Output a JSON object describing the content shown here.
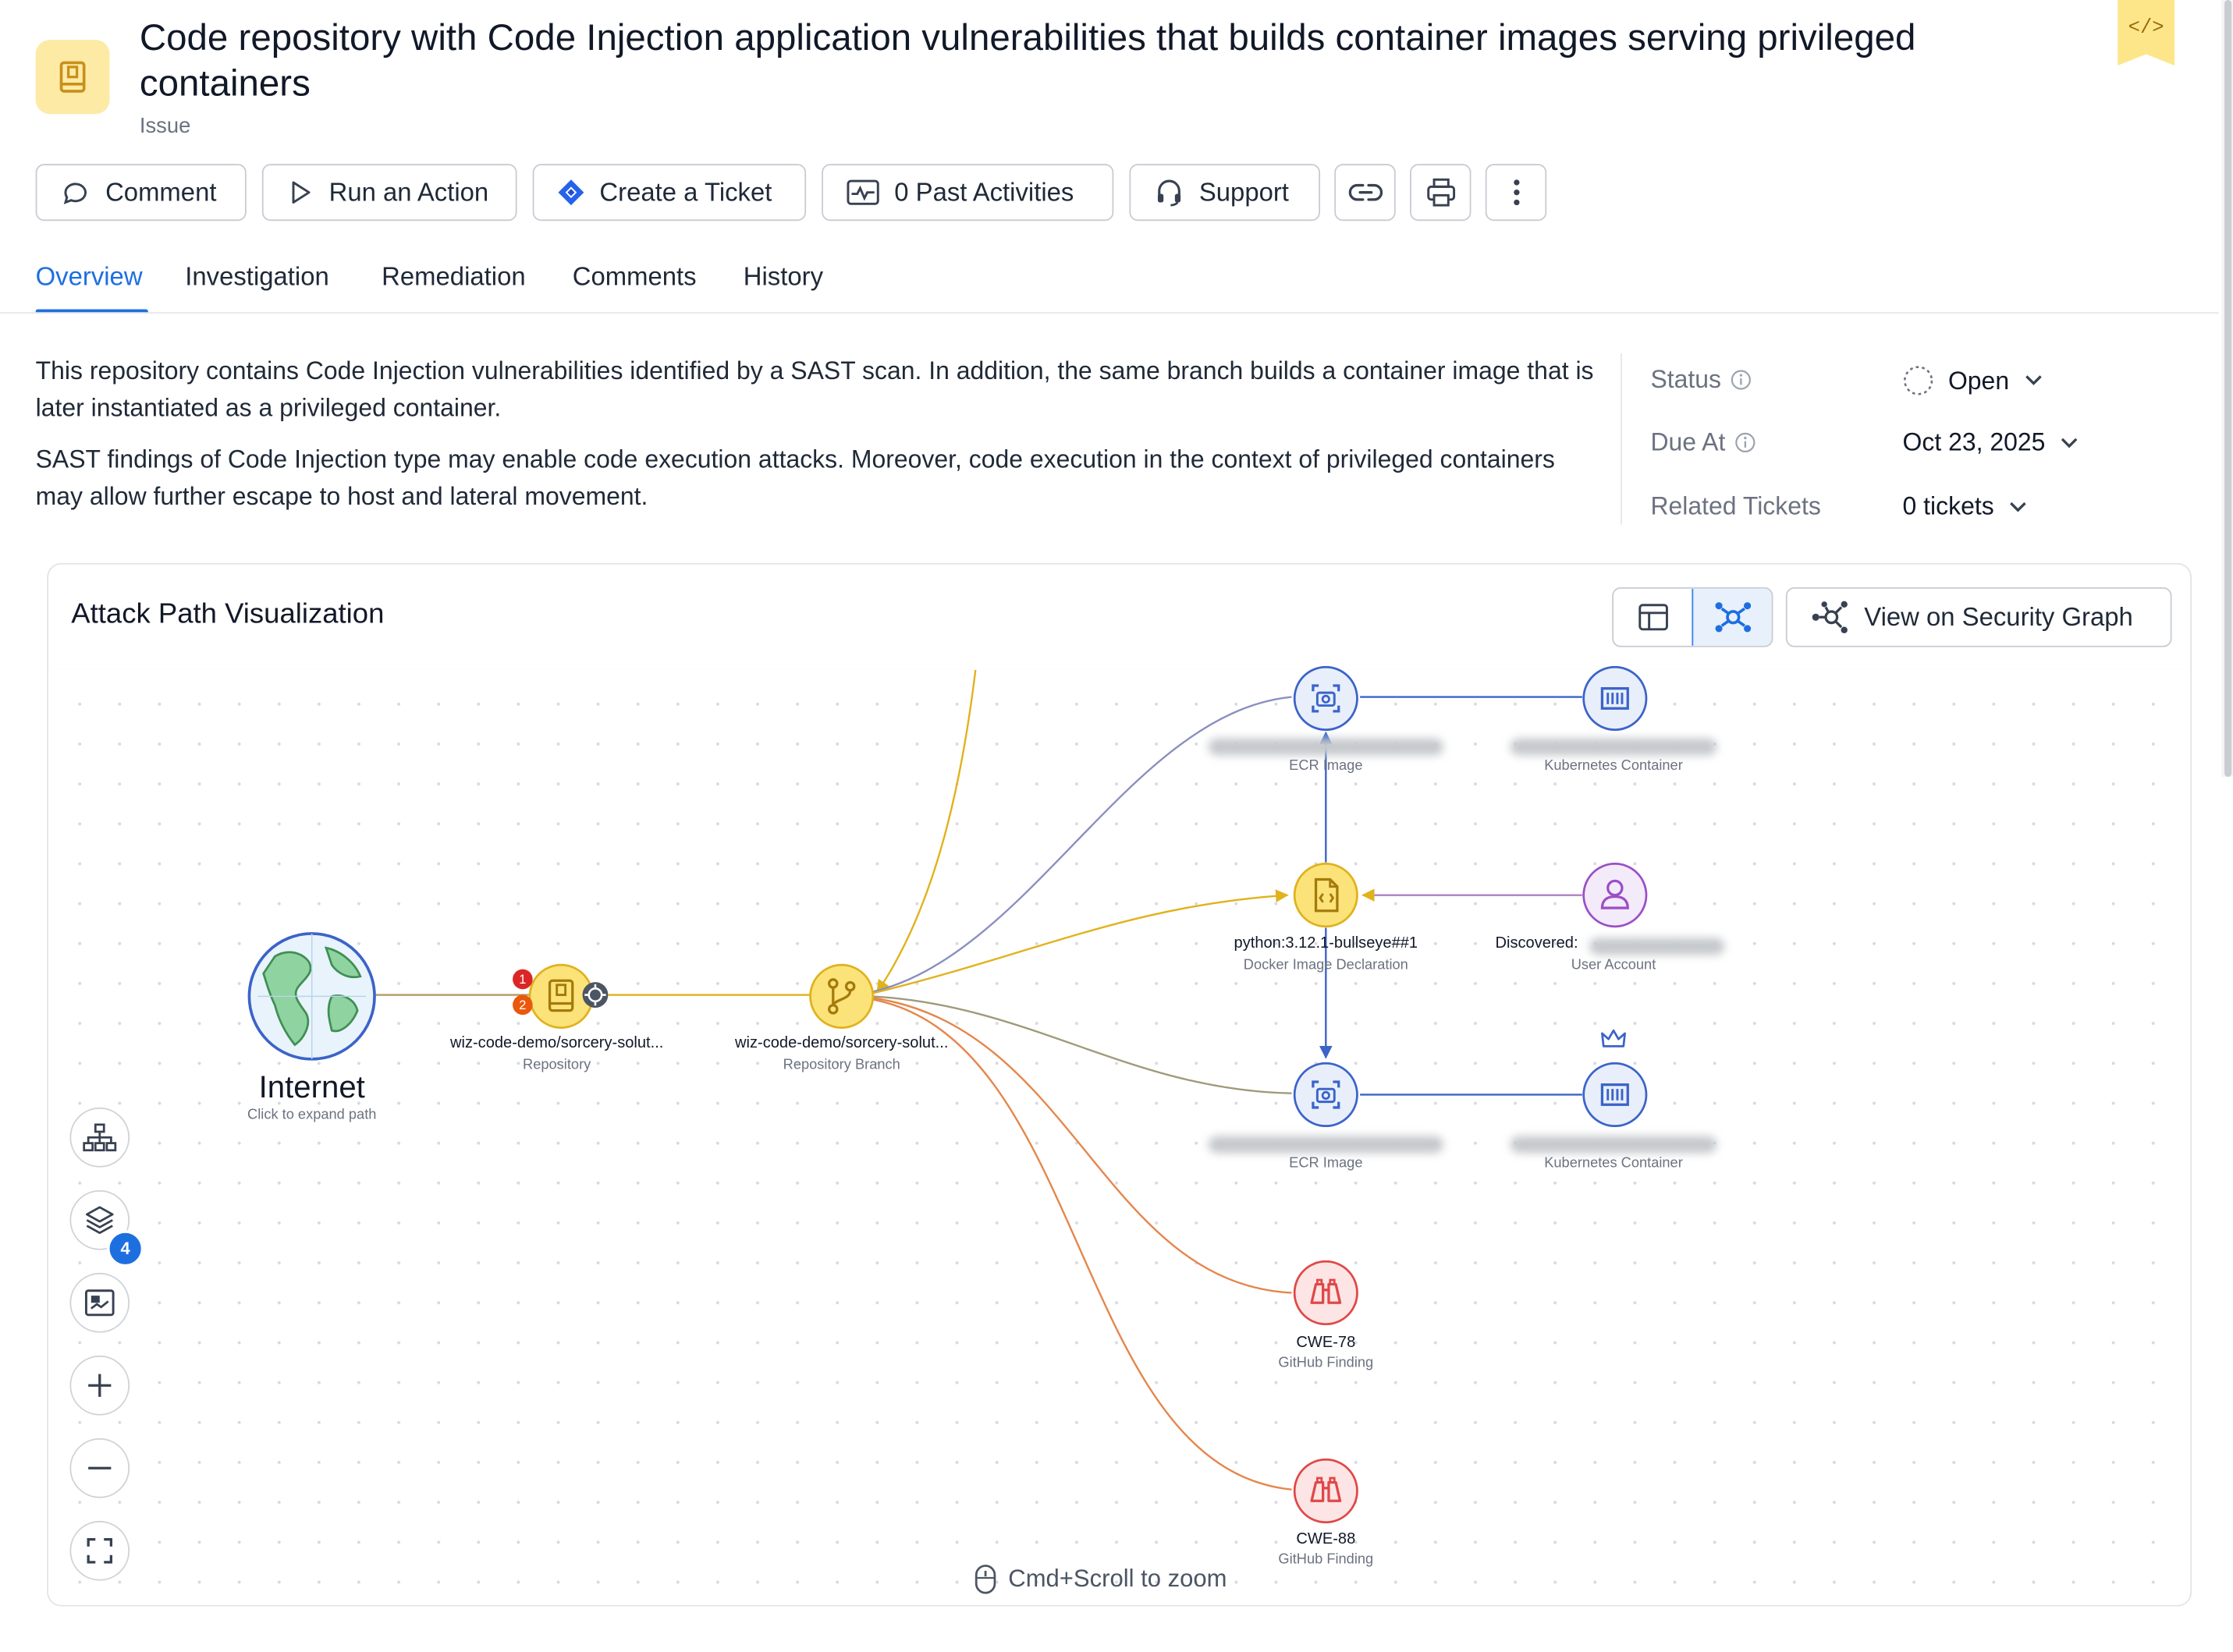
{
  "header": {
    "title": "Code repository with Code Injection application vulnerabilities that builds container images serving privileged containers",
    "subtitle": "Issue"
  },
  "actions": {
    "comment": "Comment",
    "run_action": "Run an Action",
    "create_ticket": "Create a Ticket",
    "past_activities": "0 Past Activities",
    "support": "Support"
  },
  "tabs": [
    {
      "label": "Overview",
      "active": true
    },
    {
      "label": "Investigation"
    },
    {
      "label": "Remediation"
    },
    {
      "label": "Comments"
    },
    {
      "label": "History"
    }
  ],
  "description": {
    "p1": "This repository contains Code Injection vulnerabilities identified by a SAST scan. In addition, the same branch builds a container image that is later instantiated as a privileged container.",
    "p2": "SAST findings of Code Injection type may enable code execution attacks. Moreover, code execution in the context of privileged containers may allow further escape to host and lateral movement."
  },
  "properties": {
    "status_label": "Status",
    "status_value": "Open",
    "due_label": "Due At",
    "due_value": "Oct 23, 2025",
    "tickets_label": "Related Tickets",
    "tickets_value": "0 tickets"
  },
  "graph": {
    "title": "Attack Path Visualization",
    "view_security_graph": "View on Security Graph",
    "zoom_hint": "Cmd+Scroll to zoom",
    "layers_count": "4",
    "nodes": {
      "internet_label": "Internet",
      "internet_sub": "Click to expand path",
      "repo_label": "wiz-code-demo/sorcery-solut...",
      "repo_type": "Repository",
      "repo_badge_1": "1",
      "repo_badge_2": "2",
      "branch_label": "wiz-code-demo/sorcery-solut...",
      "branch_type": "Repository Branch",
      "ecr_top_type": "ECR Image",
      "k8s_top_type": "Kubernetes Container",
      "docker_label": "python:3.12.1-bullseye##1",
      "docker_type": "Docker Image Declaration",
      "user_label": "Discovered:",
      "user_type": "User Account",
      "ecr_bottom_type": "ECR Image",
      "k8s_bottom_type": "Kubernetes Container",
      "cwe78_label": "CWE-78",
      "cwe78_type": "GitHub Finding",
      "cwe88_label": "CWE-88",
      "cwe88_type": "GitHub Finding"
    }
  },
  "colors": {
    "accent": "#1d6fe0",
    "repo_yellow": "#f0c419",
    "finding_red": "#e04848",
    "k8s_blue": "#3b63c9",
    "user_purple": "#9b4fc7",
    "internet_green": "#4fa563"
  }
}
